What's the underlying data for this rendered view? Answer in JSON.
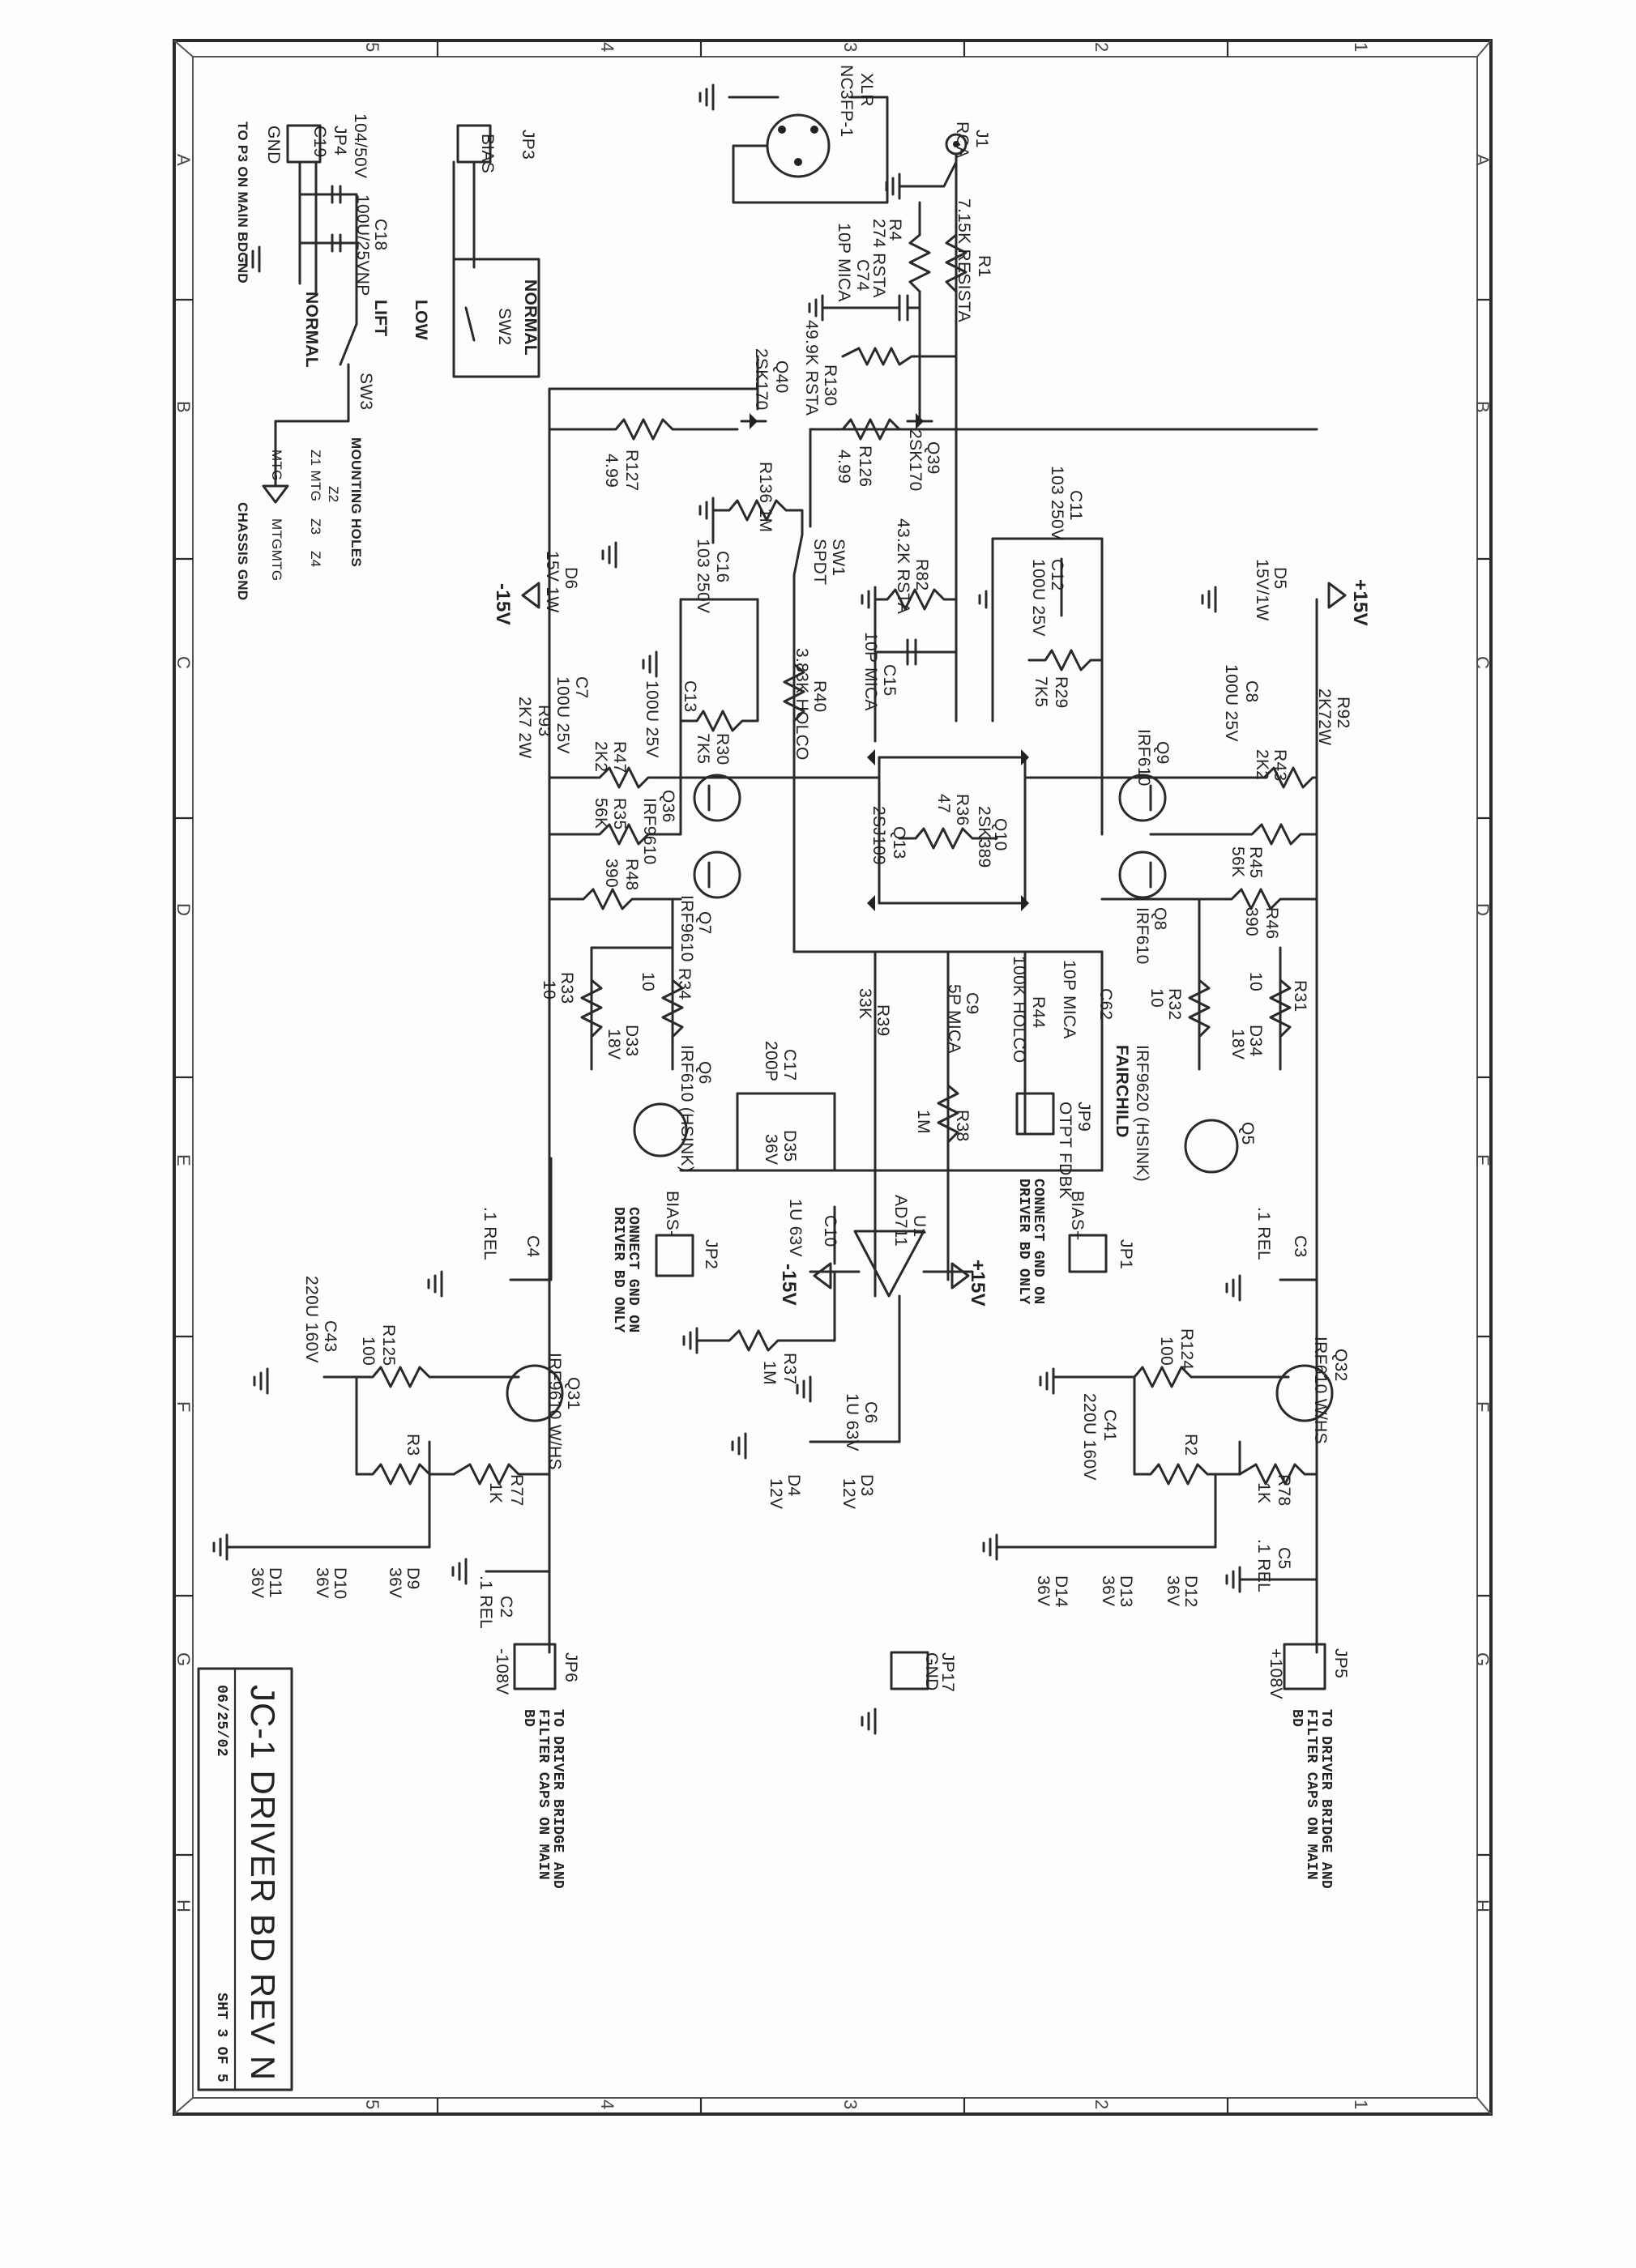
{
  "title_block": {
    "title": "JC-1 DRIVER BD REV N",
    "date": "06/25/02",
    "sheet": "SHT 3 OF 5"
  },
  "zones": {
    "numbers": [
      "1",
      "2",
      "3",
      "4",
      "5"
    ],
    "letters": [
      "A",
      "B",
      "C",
      "D",
      "E",
      "F",
      "G",
      "H"
    ]
  },
  "notes": {
    "p3": "TO P3 ON MAIN BDGND",
    "plus_filter": "TO DRIVER BRIDGE AND FILTER CAPS ON MAIN BD",
    "minus_filter": "TO DRIVER BRIDGE AND FILTER CAPS ON MAIN BD",
    "bias_plus": "CONNECT GND ON DRIVER BD ONLY",
    "bias_minus": "CONNECT GND ON DRIVER BD ONLY",
    "mounting": "MOUNTING HOLES",
    "chassis": "CHASSIS GND",
    "fairchild": "FAIRCHILD"
  },
  "rails": {
    "p15": "+15V",
    "m15": "-15V",
    "p15_u1": "+15V",
    "m15_u1": "-15V",
    "p108": "+108V",
    "m108": "-108V"
  },
  "connectors": {
    "j1": "J1",
    "j1_type": "RCA",
    "xlr": "XLR",
    "xlr_part": "NC3FP-1",
    "jp3": "JP3",
    "jp3_label": "BIAS",
    "jp4": "JP4",
    "jp4_label": "GND",
    "jp1": "JP1",
    "jp1_label": "BIAS+",
    "jp2": "JP2",
    "jp2_label": "BIAS-",
    "jp5": "JP5",
    "jp6": "JP6",
    "jp9": "JP9",
    "jp9_label": "OTPT FDBK",
    "jp17": "JP17",
    "jp17_label": "GND"
  },
  "switches": {
    "sw1": "SW1",
    "sw1_type": "SPDT",
    "sw2": "SW2",
    "sw2_normal": "NORMAL",
    "sw2_low": "LOW",
    "sw3": "SW3",
    "sw3_lift": "LIFT",
    "sw3_normal": "NORMAL"
  },
  "mounting_holes": {
    "z2": "Z2",
    "z1": "Z1 MTG",
    "z3": "Z3",
    "z4": "Z4",
    "mtg": "MTG",
    "mtgmtg": "MTGMTG"
  },
  "resistors": {
    "r1": "R1",
    "r1_v": "7.15K RESISTA",
    "r4": "R4",
    "r4_v": "274 RSTA",
    "r130": "R130",
    "r130_v": "49.9K RSTA",
    "r127": "R127",
    "r127_v": "4.99",
    "r126": "R126",
    "r126_v": "4.99",
    "r136": "R136 1M",
    "r82": "R82",
    "r82_v": "43.2K RSTA",
    "r29": "R29",
    "r29_v": "7K5",
    "r30": "R30",
    "r30_v": "7K5",
    "r40": "R40",
    "r40_v": "3.83K HOLCO",
    "r93": "R93",
    "r93_v": "2K7 2W",
    "r92": "R92",
    "r92_v": "2K72W",
    "r43": "R43",
    "r43_v": "2K2",
    "r47": "R47",
    "r47_v": "2K2",
    "r35": "R35",
    "r35_v": "56K",
    "r45": "R45",
    "r45_v": "56K",
    "r36": "R36",
    "r36_v": "47",
    "r48": "R48",
    "r48_v": "390",
    "r46": "R46",
    "r46_v": "390",
    "r33": "R33",
    "r33_v": "10",
    "r34": "R34",
    "r34_v": "10",
    "r32": "R32",
    "r32_v": "10",
    "r31": "R31",
    "r31_v": "10",
    "r39": "R39",
    "r39_v": "33K",
    "r44": "R44",
    "r44_v": "100K HOLCO",
    "r38": "R38",
    "r38_v": "1M",
    "r37": "R37",
    "r37_v": "1M",
    "r124": "R124",
    "r124_v": "100",
    "r125": "R125",
    "r125_v": "100",
    "r2": "R2",
    "r3": "R3",
    "r78": "R78",
    "r78_v": "1K",
    "r77": "R77",
    "r77_v": "1K"
  },
  "capacitors": {
    "c74": "C74",
    "c74_v": "10P MICA",
    "c11": "C11",
    "c11_v": "103 250V",
    "c12": "C12",
    "c12_v": "100U 25V",
    "c16": "C16",
    "c16_v": "103 250V",
    "c13": "C13",
    "c13_v": "100U 25V",
    "c15": "C15",
    "c15_v": "10P MICA",
    "c7": "C7",
    "c7_v": "100U 25V",
    "c8": "C8",
    "c8_v": "100U 25V",
    "c9": "C9",
    "c9_v": "5P MICA",
    "c62": "C62",
    "c62_v": "10P MICA",
    "c17": "C17",
    "c17_v": "200P",
    "c10": "C10",
    "c10_v": "1U 63V",
    "c6": "C6",
    "c6_v": "1U 63V",
    "c3": "C3",
    "c3_v": ".1 REL",
    "c4": "C4",
    "c4_v": ".1 REL",
    "c5": "C5",
    "c5_v": ".1 REL",
    "c2": "C2",
    "c2_v": ".1 REL",
    "c41": "C41",
    "c41_v": "220U 160V",
    "c43": "C43",
    "c43_v": "220U 160V",
    "c18": "C18",
    "c18_v": "100U/25VNP",
    "c19": "C19",
    "c19_v": "104/50V"
  },
  "semis": {
    "q40": "Q40",
    "q40_v": "2SK170",
    "q39": "Q39",
    "q39_v": "2SK170",
    "q9": "Q9",
    "q9_v": "IRF610",
    "q8": "Q8",
    "q8_v": "IRF610",
    "q36": "Q36",
    "q36_v": "IRF9610",
    "q7": "Q7",
    "q7_v": "IRF9610",
    "q10": "Q10",
    "q10_v": "2SK389",
    "q13": "Q13",
    "q13_v": "2SJ109",
    "q5": "Q5",
    "q5_v": "IRF9620 (HSINK)",
    "q6": "Q6",
    "q6_v": "IRF610 (HSINK)",
    "q32": "Q32",
    "q32_v": "IRF610 W/HS",
    "q31": "Q31",
    "q31_v": "IRF9610 W/HS",
    "u1": "U1",
    "u1_v": "AD711",
    "d5": "D5",
    "d5_v": "15V/1W",
    "d6": "D6",
    "d6_v": "15V 1W",
    "d34": "D34",
    "d34_v": "18V",
    "d33": "D33",
    "d33_v": "18V",
    "d35": "D35",
    "d35_v": "36V",
    "d3": "D3",
    "d3_v": "12V",
    "d4": "D4",
    "d4_v": "12V",
    "d12": "D12",
    "d12_v": "36V",
    "d13": "D13",
    "d13_v": "36V",
    "d14": "D14",
    "d14_v": "36V",
    "d9": "D9",
    "d9_v": "36V",
    "d10": "D10",
    "d10_v": "36V",
    "d11": "D11",
    "d11_v": "36V"
  }
}
